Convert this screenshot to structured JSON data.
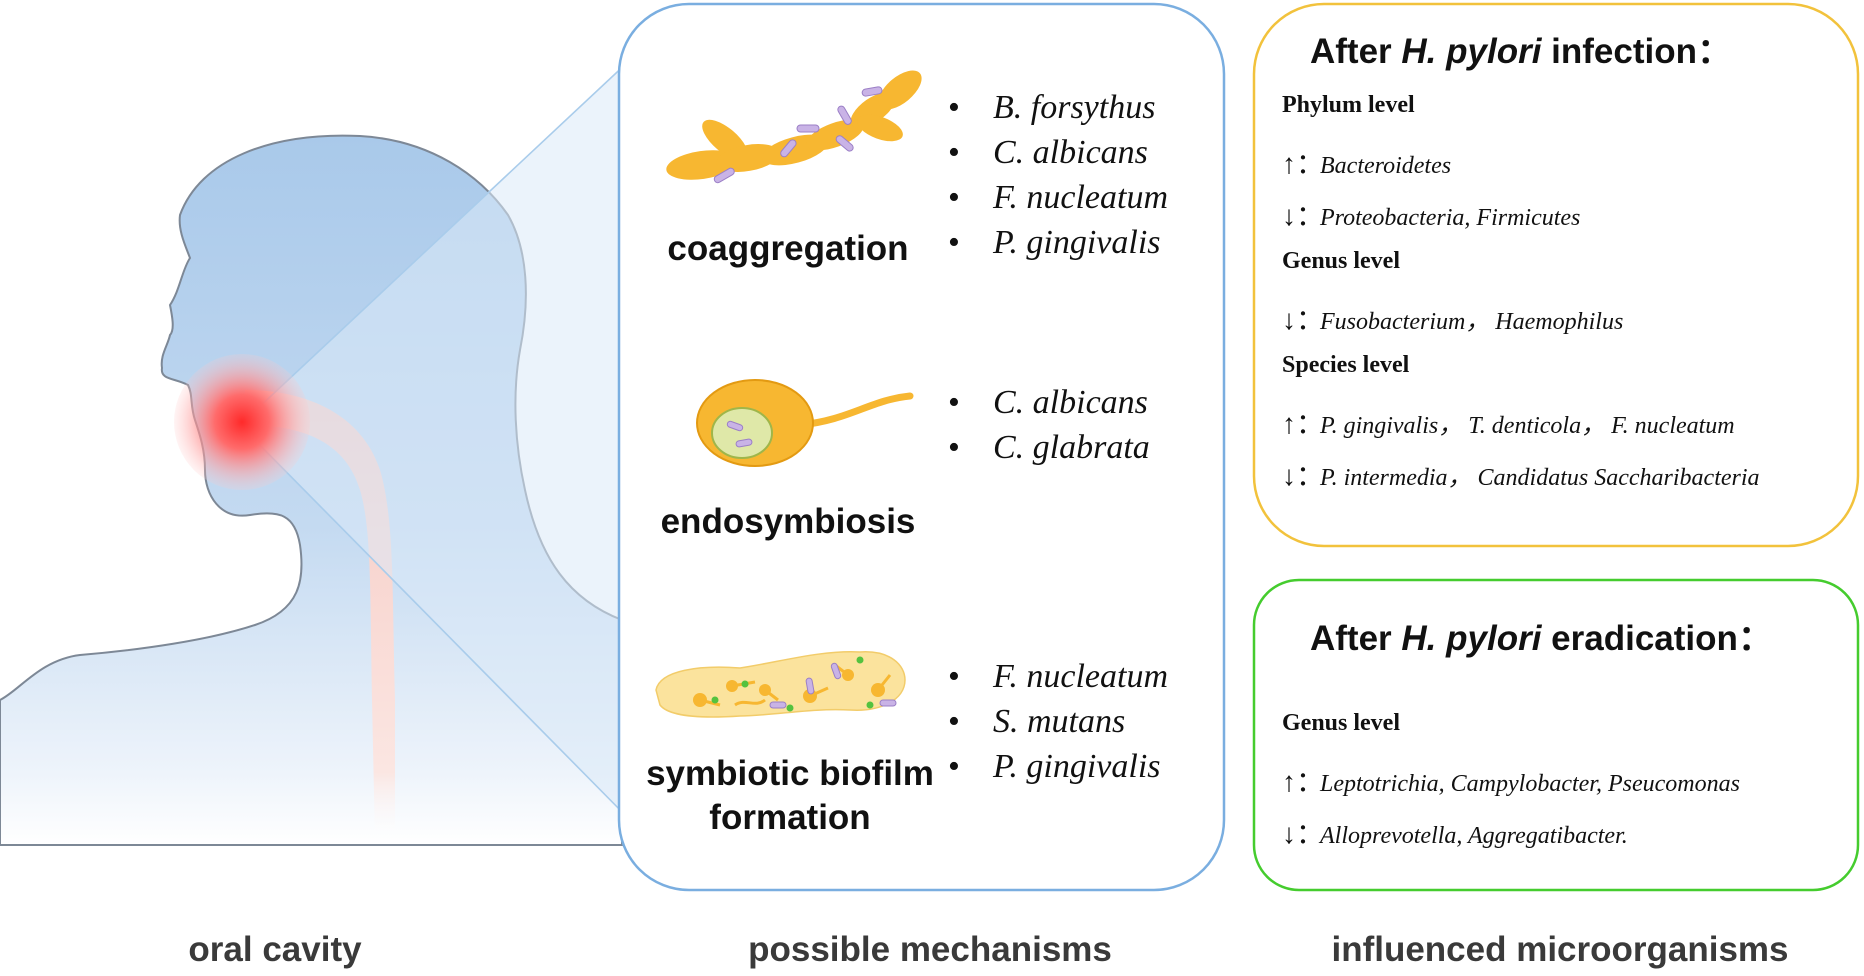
{
  "mechanisms": [
    {
      "label": "coaggregation",
      "species": [
        "B. forsythus",
        "C. albicans",
        "F. nucleatum",
        "P. gingivalis"
      ]
    },
    {
      "label": "endosymbiosis",
      "species": [
        "C. albicans",
        "C. glabrata"
      ]
    },
    {
      "label": "symbiotic biofilm formation",
      "species": [
        "F. nucleatum",
        "S. mutans",
        "P. gingivalis"
      ]
    }
  ],
  "infection_panel": {
    "title_before": "After ",
    "title_italic": "H. pylori",
    "title_after": " infection：",
    "border_color": "#f2c23c",
    "levels": [
      {
        "name": "Phylum level",
        "changes": [
          {
            "arrow": "↑：",
            "taxa": "Bacteroidetes"
          },
          {
            "arrow": "↓：",
            "taxa": "Proteobacteria, Firmicutes"
          }
        ]
      },
      {
        "name": "Genus level",
        "changes": [
          {
            "arrow": "↓：",
            "taxa": "Fusobacterium， Haemophilus"
          }
        ]
      },
      {
        "name": "Species level",
        "changes": [
          {
            "arrow": "↑：",
            "taxa": "P. gingivalis， T. denticola， F. nucleatum"
          },
          {
            "arrow": "↓：",
            "taxa": "P. intermedia， Candidatus Saccharibacteria"
          }
        ]
      }
    ]
  },
  "eradication_panel": {
    "title_before": "After ",
    "title_italic": "H. pylori",
    "title_after": " eradication：",
    "border_color": "#45cc2e",
    "levels": [
      {
        "name": "Genus level",
        "changes": [
          {
            "arrow": "↑：",
            "taxa": "Leptotrichia, Campylobacter, Pseucomonas"
          },
          {
            "arrow": "↓：",
            "taxa": "Alloprevotella, Aggregatibacter."
          }
        ]
      }
    ]
  },
  "mechanism_box_color": "#7aaee0",
  "footer": {
    "left": "oral cavity",
    "middle": "possible mechanisms",
    "right": "influenced microorganisms"
  }
}
